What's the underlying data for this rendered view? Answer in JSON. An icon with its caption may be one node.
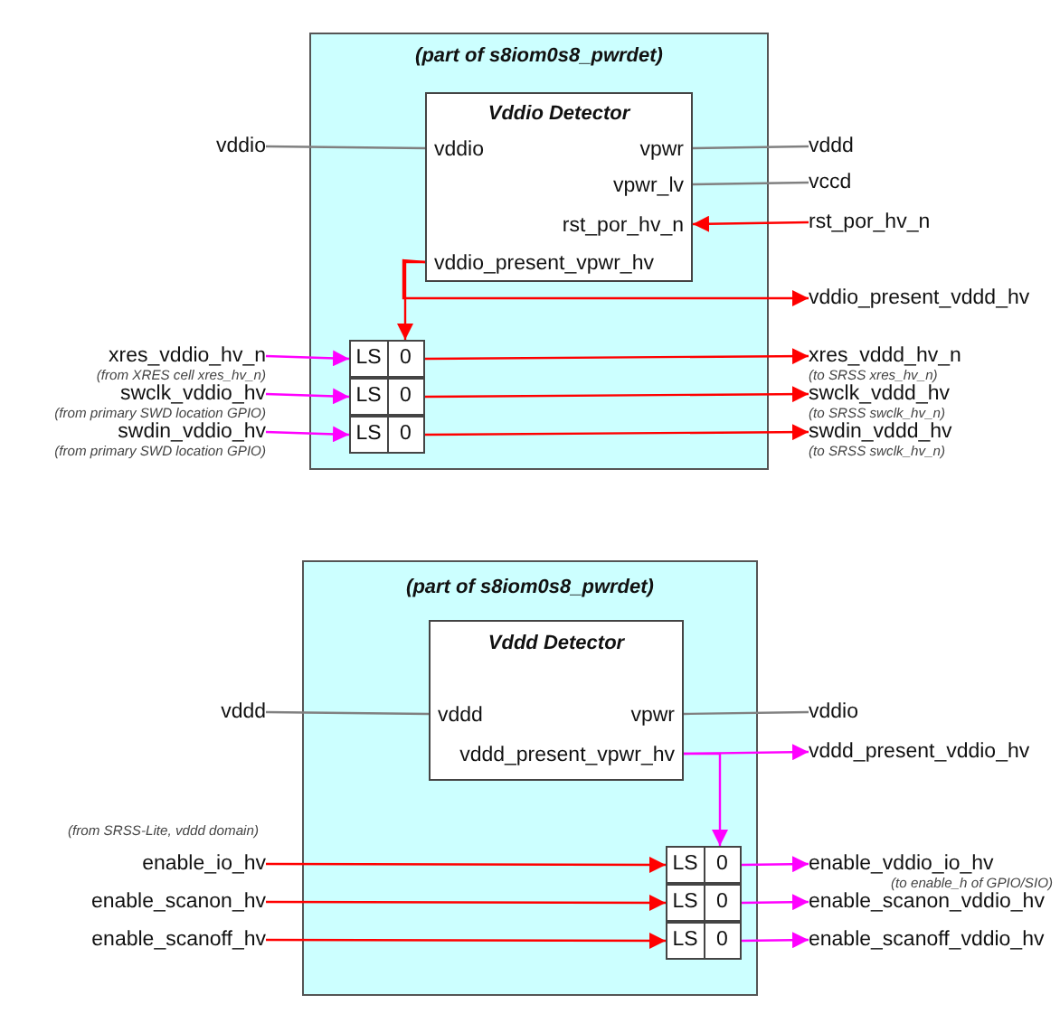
{
  "diagram": {
    "nodes": [
      {
        "text": [
          "(part of s8iom0s8_pwrdet)"
        ]
      },
      {
        "text": [
          "Vddio Detector",
          "vddio",
          "vpwr",
          "vpwr_lv",
          "rst_por_hv_n",
          "vddio_present_vpwr_hv"
        ],
        "in": 0
      },
      {
        "text": [
          "LS",
          "0"
        ],
        "in": 0
      },
      {
        "text": [
          "LS",
          "0"
        ],
        "in": 0
      },
      {
        "text": [
          "LS",
          "0"
        ],
        "in": 0
      },
      {
        "text": [
          "vddio"
        ]
      },
      {
        "text": [
          "vddd"
        ]
      },
      {
        "text": [
          "vccd"
        ]
      },
      {
        "text": [
          "rst_por_hv_n"
        ]
      },
      {
        "text": [
          "vddio_present_vddd_hv"
        ]
      },
      {
        "text": [
          "xres_vddio_hv_n"
        ],
        "beside": [
          "(from XRES cell xres_hv_n)"
        ]
      },
      {
        "text": [
          "swclk_vddio_hv"
        ],
        "beside": [
          "(from primary SWD location GPIO)"
        ]
      },
      {
        "text": [
          "swdin_vddio_hv"
        ],
        "beside": [
          "(from primary SWD location GPIO)"
        ]
      },
      {
        "text": [
          "xres_vddd_hv_n"
        ],
        "beside": [
          "(to SRSS xres_hv_n)"
        ]
      },
      {
        "text": [
          "swclk_vddd_hv"
        ],
        "beside": [
          "(to SRSS swclk_hv_n)"
        ]
      },
      {
        "text": [
          "swdin_vddd_hv"
        ],
        "beside": [
          "(to SRSS swclk_hv_n)"
        ]
      },
      {
        "text": [
          "(part of s8iom0s8_pwrdet)"
        ]
      },
      {
        "text": [
          "Vddd Detector",
          "vddd",
          "vpwr",
          "vddd_present_vpwr_hv"
        ],
        "in": 16
      },
      {
        "text": [
          "LS",
          "0"
        ],
        "in": 16
      },
      {
        "text": [
          "LS",
          "0"
        ],
        "in": 16
      },
      {
        "text": [
          "LS",
          "0"
        ],
        "in": 16
      },
      {
        "text": [
          "vddd"
        ]
      },
      {
        "text": [
          "vddio"
        ]
      },
      {
        "text": [
          "vddd_present_vddio_hv"
        ]
      },
      {
        "text": [
          "enable_io_hv"
        ]
      },
      {
        "text": [
          "enable_scanon_hv"
        ]
      },
      {
        "text": [
          "enable_scanoff_hv"
        ]
      },
      {
        "text": [
          "enable_vddio_io_hv"
        ],
        "beside": [
          "(to enable_h of GPIO/SIO)"
        ]
      },
      {
        "text": [
          "enable_scanon_vddio_hv"
        ]
      },
      {
        "text": [
          "enable_scanoff_vddio_hv"
        ]
      }
    ],
    "edges": [
      {
        "from": 5,
        "to": 1,
        "arrow": "none",
        "color": "#808080"
      },
      {
        "from": 1,
        "to": 6,
        "arrow": "none",
        "color": "#808080"
      },
      {
        "from": 1,
        "to": 7,
        "arrow": "none",
        "color": "#808080"
      },
      {
        "from": 8,
        "to": 1,
        "arrow": "to"
      },
      {
        "from": 1,
        "to": 2,
        "arrow": "to"
      },
      {
        "from": 1,
        "to": 9,
        "arrow": "to"
      },
      {
        "from": 10,
        "to": 2,
        "arrow": "to",
        "color": "#ff00ff"
      },
      {
        "from": 11,
        "to": 3,
        "arrow": "to",
        "color": "#ff00ff"
      },
      {
        "from": 12,
        "to": 4,
        "arrow": "to",
        "color": "#ff00ff"
      },
      {
        "from": 2,
        "to": 13,
        "arrow": "to"
      },
      {
        "from": 3,
        "to": 14,
        "arrow": "to"
      },
      {
        "from": 4,
        "to": 15,
        "arrow": "to"
      },
      {
        "from": 21,
        "to": 17,
        "arrow": "none",
        "color": "#808080"
      },
      {
        "from": 17,
        "to": 22,
        "arrow": "none",
        "color": "#808080"
      },
      {
        "from": 17,
        "to": 23,
        "arrow": "to",
        "color": "#ff00ff"
      },
      {
        "from": 17,
        "to": 18,
        "arrow": "to",
        "color": "#ff00ff"
      },
      {
        "from": 24,
        "to": 18,
        "arrow": "to"
      },
      {
        "from": 25,
        "to": 19,
        "arrow": "to"
      },
      {
        "from": 26,
        "to": 20,
        "arrow": "to"
      },
      {
        "from": 18,
        "to": 27,
        "arrow": "to",
        "color": "#ff00ff"
      },
      {
        "from": 19,
        "to": 28,
        "arrow": "to",
        "color": "#ff00ff"
      },
      {
        "from": 20,
        "to": 29,
        "arrow": "to",
        "color": "#ff00ff"
      }
    ],
    "labels": [
      "(from SRSS-Lite, vddd domain)"
    ]
  }
}
